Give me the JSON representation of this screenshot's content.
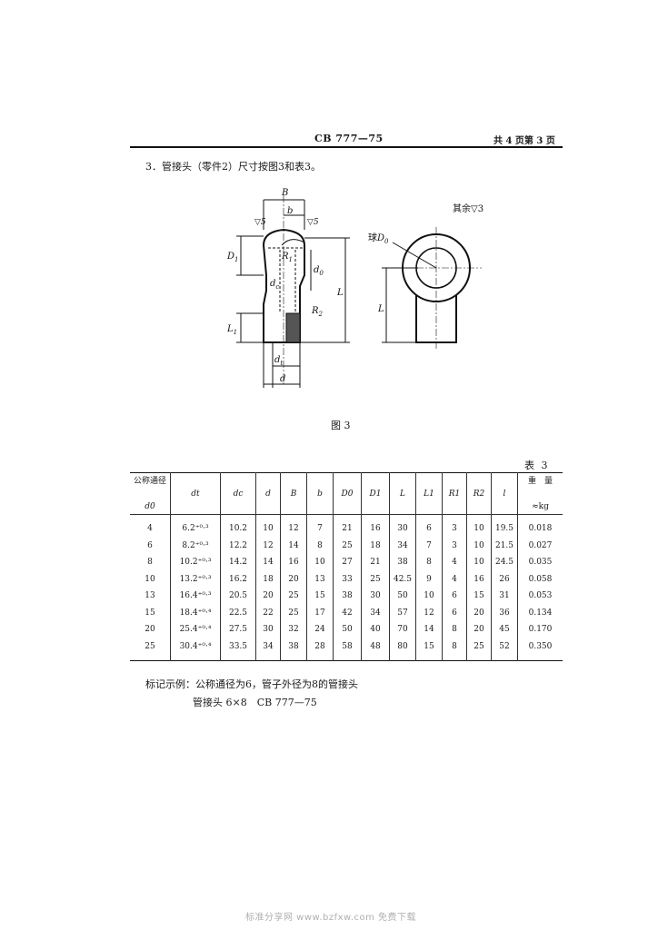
{
  "header": {
    "standard": "CB 777—75",
    "page": "共 4 页第 3 页"
  },
  "section_text": "3．管接头（零件2）尺寸按图3和表3。",
  "figure": {
    "caption": "图 3",
    "surface_note": "其余▽3",
    "labels": {
      "B": "B",
      "b": "b",
      "v5": "▽5",
      "v5b": "▽5",
      "D1": "D",
      "D1sub": "1",
      "R1": "R",
      "R1sub": "1",
      "d0": "d",
      "d0sub": "0",
      "dc": "d",
      "dcsub": "c",
      "R2": "R",
      "R2sub": "2",
      "L": "L",
      "L1": "L",
      "L1sub": "1",
      "dt": "d",
      "dtsub": "t",
      "d": "d",
      "ball": "球",
      "D0": "D",
      "D0sub": "0",
      "Lright": "L"
    }
  },
  "table": {
    "caption": "表 3",
    "headers": {
      "nominal_top": "公称通径",
      "nominal_bottom": "d0",
      "cols": [
        "dt",
        "dc",
        "d",
        "B",
        "b",
        "D0",
        "D1",
        "L",
        "L1",
        "R1",
        "R2",
        "l"
      ],
      "weight_top": "重　量",
      "weight_bottom": "≈kg"
    },
    "rows": [
      [
        "4",
        "6.2⁺⁰·³",
        "10.2",
        "10",
        "12",
        "7",
        "21",
        "16",
        "30",
        "6",
        "3",
        "10",
        "19.5",
        "0.018"
      ],
      [
        "6",
        "8.2⁺⁰·³",
        "12.2",
        "12",
        "14",
        "8",
        "25",
        "18",
        "34",
        "7",
        "3",
        "10",
        "21.5",
        "0.027"
      ],
      [
        "8",
        "10.2⁺⁰·³",
        "14.2",
        "14",
        "16",
        "10",
        "27",
        "21",
        "38",
        "8",
        "4",
        "10",
        "24.5",
        "0.035"
      ],
      [
        "10",
        "13.2⁺⁰·³",
        "16.2",
        "18",
        "20",
        "13",
        "33",
        "25",
        "42.5",
        "9",
        "4",
        "16",
        "26",
        "0.058"
      ],
      [
        "13",
        "16.4⁺⁰·³",
        "20.5",
        "20",
        "25",
        "15",
        "38",
        "30",
        "50",
        "10",
        "6",
        "15",
        "31",
        "0.053"
      ],
      [
        "15",
        "18.4⁺⁰·⁴",
        "22.5",
        "22",
        "25",
        "17",
        "42",
        "34",
        "57",
        "12",
        "6",
        "20",
        "36",
        "0.134"
      ],
      [
        "20",
        "25.4⁺⁰·⁴",
        "27.5",
        "30",
        "32",
        "24",
        "50",
        "40",
        "70",
        "14",
        "8",
        "20",
        "45",
        "0.170"
      ],
      [
        "25",
        "30.4⁺⁰·⁴",
        "33.5",
        "34",
        "38",
        "28",
        "58",
        "48",
        "80",
        "15",
        "8",
        "25",
        "52",
        "0.350"
      ]
    ]
  },
  "notes": {
    "example_label": "标记示例：公称通径为6，管子外径为8的管接头",
    "example_value": "管接头 6×8　CB 777—75"
  },
  "footer": "标准分享网 www.bzfxw.com 免费下载"
}
